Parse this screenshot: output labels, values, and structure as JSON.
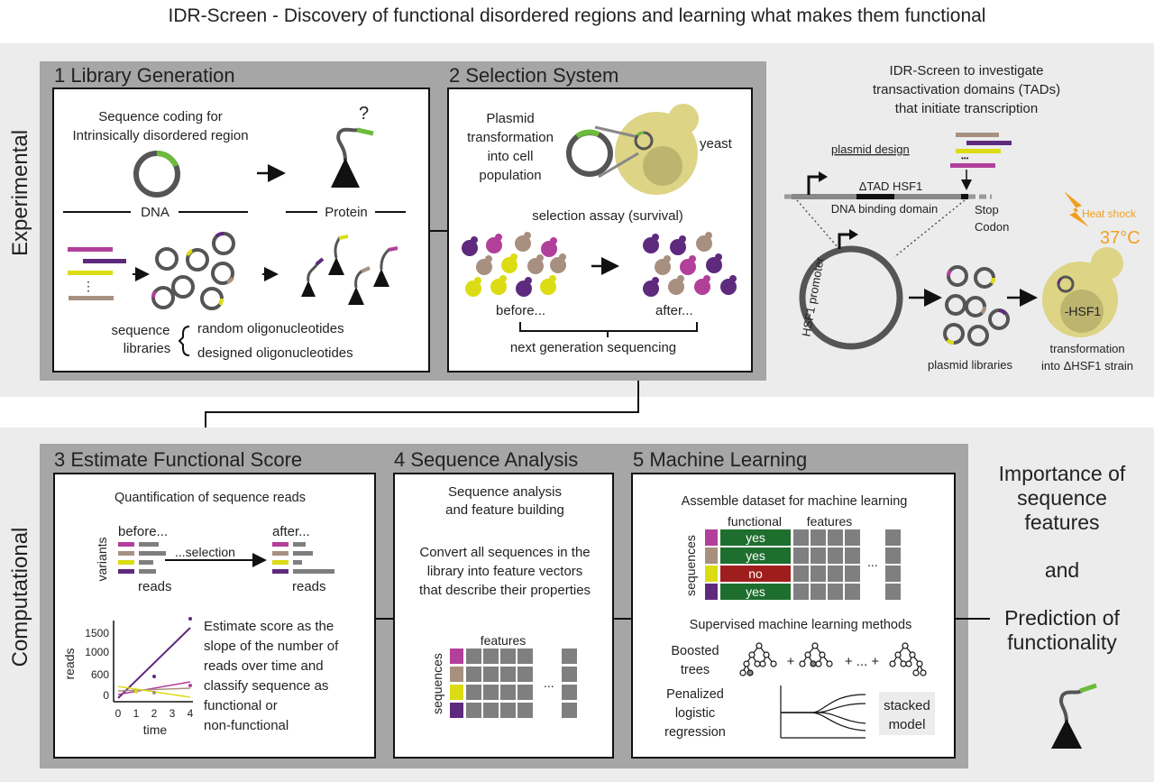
{
  "title": "IDR-Screen - Discovery of functional disordered regions and learning what makes them functional",
  "colors": {
    "magenta": "#b23f9a",
    "purple": "#5e2a7e",
    "yellow": "#dcdc14",
    "taupe": "#a89080",
    "green": "#6dbb3a",
    "dark_green": "#1e6e2e",
    "dark_red": "#a01d1d",
    "yeast": "#ddd485",
    "orange": "#f0a020",
    "band_bg": "#ececec",
    "panel_bg": "#a6a6a6",
    "cell_gray": "#7f7f7f"
  },
  "experimental": {
    "side_label": "Experimental",
    "panel1": {
      "title": "1 Library Generation",
      "seq_label_1": "Sequence coding for",
      "seq_label_2": "Intrinsically disordered region",
      "question_mark": "?",
      "dna_label": "DNA",
      "protein_label": "Protein",
      "ellipsis": "⋮",
      "libraries_label_1": "sequence",
      "libraries_label_2": "libraries",
      "random_label": "random oligonucleotides",
      "designed_label": "designed oligonucleotides"
    },
    "panel2": {
      "title": "2 Selection System",
      "plasmid_1": "Plasmid",
      "plasmid_2": "transformation",
      "plasmid_3": "into cell",
      "plasmid_4": "population",
      "yeast_label": "yeast",
      "assay_label": "selection assay (survival)",
      "before_label": "before...",
      "after_label": "after...",
      "ngs_label": "next generation sequencing"
    },
    "tad": {
      "heading_1": "IDR-Screen to investigate",
      "heading_2": "transactivation domains (TADs)",
      "heading_3": "that initiate transcription",
      "plasmid_design": "plasmid design",
      "ellipsis": "•••",
      "delta_tad": "ΔTAD HSF1",
      "dna_binding": "DNA binding domain",
      "stop_1": "Stop",
      "stop_2": "Codon",
      "heat_shock": "Heat shock",
      "temperature": "37°C",
      "promoter": "HSF1 promoter",
      "plasmid_libraries": "plasmid libraries",
      "minus_hsf1": "-HSF1",
      "transformation_1": "transformation",
      "transformation_2": "into ΔHSF1 strain"
    }
  },
  "computational": {
    "side_label": "Computational",
    "panel3": {
      "title": "3 Estimate Functional Score",
      "quant_label": "Quantification of sequence reads",
      "before_label": "before...",
      "after_label": "after...",
      "variants_label": "variants",
      "selection_label": "...selection",
      "reads_label_left": "reads",
      "reads_label_right": "reads",
      "estimate_1": "Estimate score as the",
      "estimate_2": "slope of the number of",
      "estimate_3": "reads over time and",
      "estimate_4": "classify sequence as",
      "estimate_5": "functional or",
      "estimate_6": "non-functional",
      "plot": {
        "y_label": "reads",
        "x_label": "time",
        "y_ticks": [
          "1500",
          "1000",
          "600",
          "0"
        ],
        "x_ticks": [
          "0",
          "1",
          "2",
          "3",
          "4"
        ]
      }
    },
    "panel4": {
      "title": "4 Sequence Analysis",
      "heading_1": "Sequence analysis",
      "heading_2": "and feature building",
      "convert_1": "Convert all sequences in the",
      "convert_2": "library into feature vectors",
      "convert_3": "that describe their properties",
      "features_label": "features",
      "sequences_label": "sequences",
      "ellipsis": "..."
    },
    "panel5": {
      "title": "5 Machine Learning",
      "assemble_label": "Assemble dataset for machine learning",
      "functional_header": "functional",
      "features_header": "features",
      "sequences_label": "sequences",
      "rows": [
        {
          "label": "yes",
          "color": "#1e6e2e"
        },
        {
          "label": "yes",
          "color": "#1e6e2e"
        },
        {
          "label": "no",
          "color": "#a01d1d"
        },
        {
          "label": "yes",
          "color": "#1e6e2e"
        }
      ],
      "ellipsis": "...",
      "supervised_label": "Supervised machine learning methods",
      "boosted_1": "Boosted",
      "boosted_2": "trees",
      "penalized_1": "Penalized",
      "penalized_2": "logistic",
      "penalized_3": "regression",
      "plus_1": "+",
      "plus_2": "+ ... +",
      "stacked_1": "stacked",
      "stacked_2": "model"
    },
    "output": {
      "importance_1": "Importance of",
      "importance_2": "sequence",
      "importance_3": "features",
      "and": "and",
      "prediction_1": "Prediction of",
      "prediction_2": "functionality"
    }
  }
}
